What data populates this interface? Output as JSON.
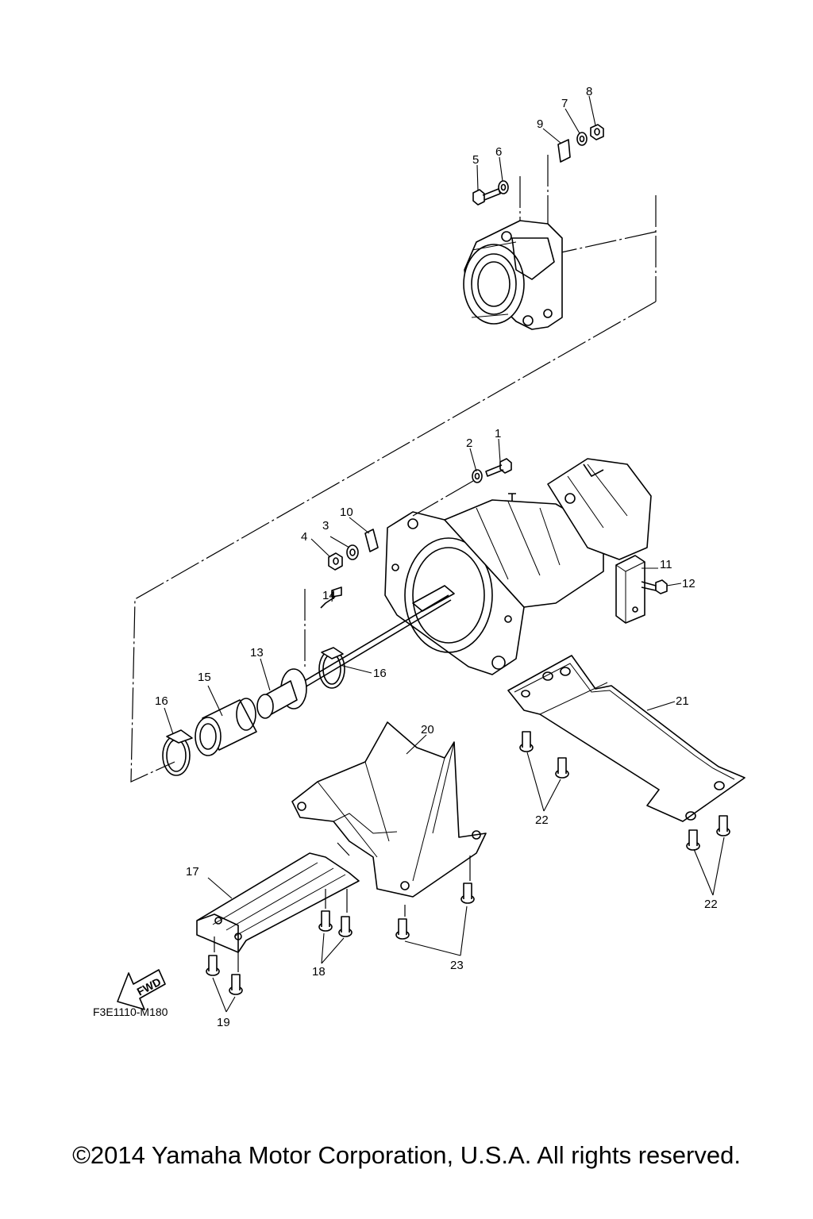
{
  "diagram": {
    "code": "F3E1110-M180",
    "direction_label": "FWD",
    "callouts": {
      "c1": "1",
      "c2": "2",
      "c3": "3",
      "c4": "4",
      "c5": "5",
      "c6": "6",
      "c7": "7",
      "c8": "8",
      "c9": "9",
      "c10": "10",
      "c11": "11",
      "c12": "12",
      "c13": "13",
      "c14": "14",
      "c15": "15",
      "c16a": "16",
      "c16b": "16",
      "c17": "17",
      "c18": "18",
      "c19": "19",
      "c20": "20",
      "c21": "21",
      "c22a": "22",
      "c22b": "22",
      "c23": "23"
    }
  },
  "footer": {
    "copyright": "©2014 Yamaha Motor Corporation, U.S.A. All rights reserved."
  }
}
